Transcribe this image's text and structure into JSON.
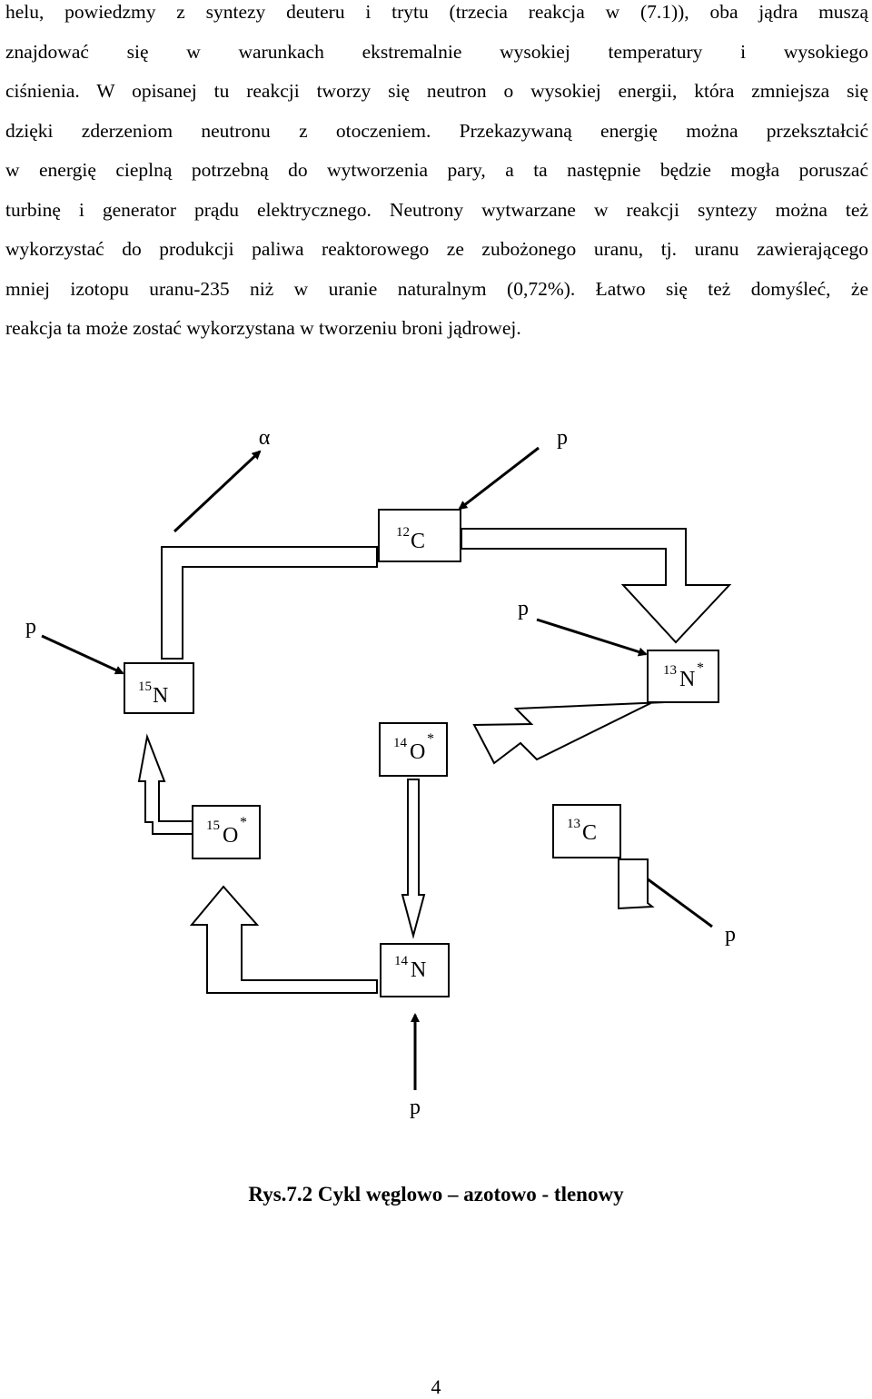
{
  "paragraph": {
    "lines": [
      "helu, powiedzmy z syntezy deuteru i trytu (trzecia reakcja w (7.1)), oba jądra muszą",
      "znajdować się w warunkach ekstremalnie wysokiej temperatury i wysokiego",
      "ciśnienia. W opisanej tu reakcji tworzy się neutron o wysokiej energii, która zmniejsza się",
      "dzięki zderzeniom neutronu z otoczeniem. Przekazywaną energię można przekształcić",
      "w energię cieplną potrzebną do wytworzenia pary, a ta następnie będzie mogła poruszać",
      "turbinę i generator prądu elektrycznego. Neutrony wytwarzane w reakcji syntezy można też",
      "wykorzystać do produkcji paliwa reaktorowego ze zubożonego uranu, tj. uranu zawierającego",
      "mniej izotopu uranu-235 niż w uranie naturalnym (0,72%). Łatwo się też domyśleć, że",
      "reakcja ta może zostać wykorzystana w tworzeniu broni jądrowej."
    ]
  },
  "diagram": {
    "particles": {
      "alpha": "α",
      "p_top": "p",
      "p_left": "p",
      "p_mid": "p",
      "p_right": "p",
      "p_bottom": "p"
    },
    "nodes": {
      "c12": {
        "mass": "12",
        "symbol": "C",
        "star": ""
      },
      "n15": {
        "mass": "15",
        "symbol": "N",
        "star": ""
      },
      "n13": {
        "mass": "13",
        "symbol": "N",
        "star": "*"
      },
      "o14": {
        "mass": "14",
        "symbol": "O",
        "star": "*"
      },
      "o15": {
        "mass": "15",
        "symbol": "O",
        "star": "*"
      },
      "c13": {
        "mass": "13",
        "symbol": "C",
        "star": ""
      },
      "n14": {
        "mass": "14",
        "symbol": "N",
        "star": ""
      }
    }
  },
  "caption": "Rys.7.2 Cykl węglowo – azotowo - tlenowy",
  "page_number": "4",
  "colors": {
    "ink": "#000000",
    "paper": "#ffffff"
  }
}
